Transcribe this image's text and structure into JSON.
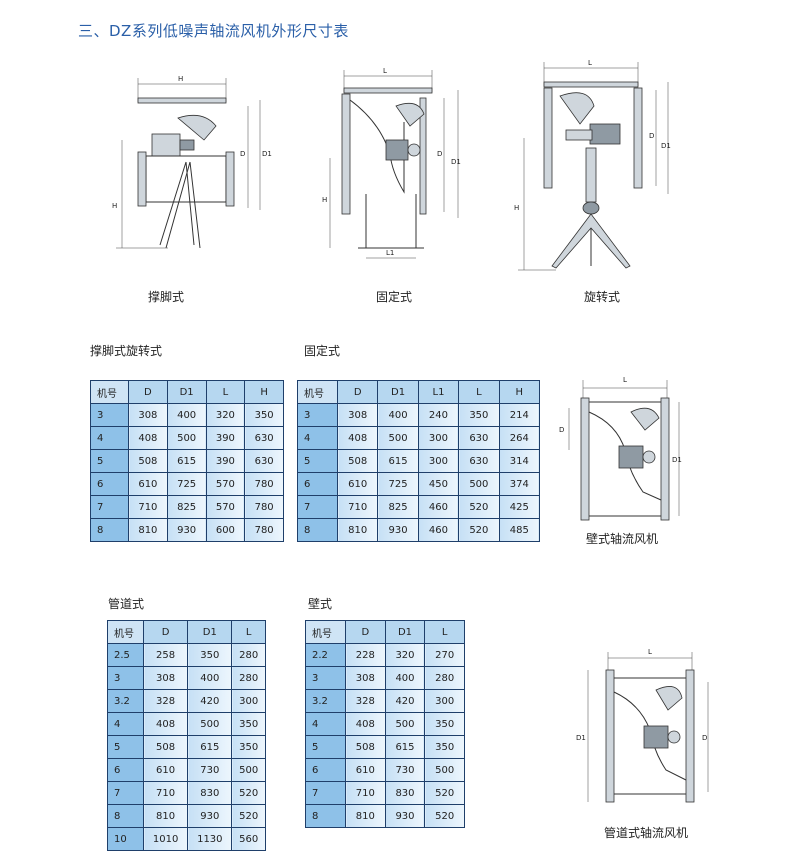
{
  "title": "三、DZ系列低噪声轴流风机外形尺寸表",
  "diagrams": {
    "stand": {
      "caption": "撑脚式",
      "labels": {
        "h_top": "H",
        "h_left": "H",
        "d": "D",
        "d1": "D1"
      }
    },
    "fixed": {
      "caption": "固定式",
      "labels": {
        "l": "L",
        "d": "D",
        "d1": "D1",
        "h": "H",
        "l1": "L1"
      }
    },
    "rotary": {
      "caption": "旋转式",
      "labels": {
        "l": "L",
        "d": "D",
        "d1": "D1",
        "h": "H"
      }
    },
    "wall": {
      "caption": "壁式轴流风机",
      "labels": {
        "l": "L",
        "d": "D",
        "d1": "D1"
      }
    },
    "duct": {
      "caption": "管道式轴流风机",
      "labels": {
        "l": "L",
        "d": "D",
        "d1": "D1"
      }
    }
  },
  "tables": {
    "stand_rotary": {
      "title": "撑脚式旋转式",
      "headers": [
        "机号",
        "D",
        "D1",
        "L",
        "H"
      ],
      "rows": [
        [
          "3",
          "308",
          "400",
          "320",
          "350"
        ],
        [
          "4",
          "408",
          "500",
          "390",
          "630"
        ],
        [
          "5",
          "508",
          "615",
          "390",
          "630"
        ],
        [
          "6",
          "610",
          "725",
          "570",
          "780"
        ],
        [
          "7",
          "710",
          "825",
          "570",
          "780"
        ],
        [
          "8",
          "810",
          "930",
          "600",
          "780"
        ]
      ]
    },
    "fixed": {
      "title": "固定式",
      "headers": [
        "机号",
        "D",
        "D1",
        "L1",
        "L",
        "H"
      ],
      "rows": [
        [
          "3",
          "308",
          "400",
          "240",
          "350",
          "214"
        ],
        [
          "4",
          "408",
          "500",
          "300",
          "630",
          "264"
        ],
        [
          "5",
          "508",
          "615",
          "300",
          "630",
          "314"
        ],
        [
          "6",
          "610",
          "725",
          "450",
          "500",
          "374"
        ],
        [
          "7",
          "710",
          "825",
          "460",
          "520",
          "425"
        ],
        [
          "8",
          "810",
          "930",
          "460",
          "520",
          "485"
        ]
      ]
    },
    "duct": {
      "title": "管道式",
      "headers": [
        "机号",
        "D",
        "D1",
        "L"
      ],
      "rows": [
        [
          "2.5",
          "258",
          "350",
          "280"
        ],
        [
          "3",
          "308",
          "400",
          "280"
        ],
        [
          "3.2",
          "328",
          "420",
          "300"
        ],
        [
          "4",
          "408",
          "500",
          "350"
        ],
        [
          "5",
          "508",
          "615",
          "350"
        ],
        [
          "6",
          "610",
          "730",
          "500"
        ],
        [
          "7",
          "710",
          "830",
          "520"
        ],
        [
          "8",
          "810",
          "930",
          "520"
        ],
        [
          "10",
          "1010",
          "1130",
          "560"
        ]
      ]
    },
    "wall": {
      "title": "壁式",
      "headers": [
        "机号",
        "D",
        "D1",
        "L"
      ],
      "rows": [
        [
          "2.2",
          "228",
          "320",
          "270"
        ],
        [
          "3",
          "308",
          "400",
          "280"
        ],
        [
          "3.2",
          "328",
          "420",
          "300"
        ],
        [
          "4",
          "408",
          "500",
          "350"
        ],
        [
          "5",
          "508",
          "615",
          "350"
        ],
        [
          "6",
          "610",
          "730",
          "500"
        ],
        [
          "7",
          "710",
          "830",
          "520"
        ],
        [
          "8",
          "810",
          "930",
          "520"
        ]
      ]
    }
  }
}
